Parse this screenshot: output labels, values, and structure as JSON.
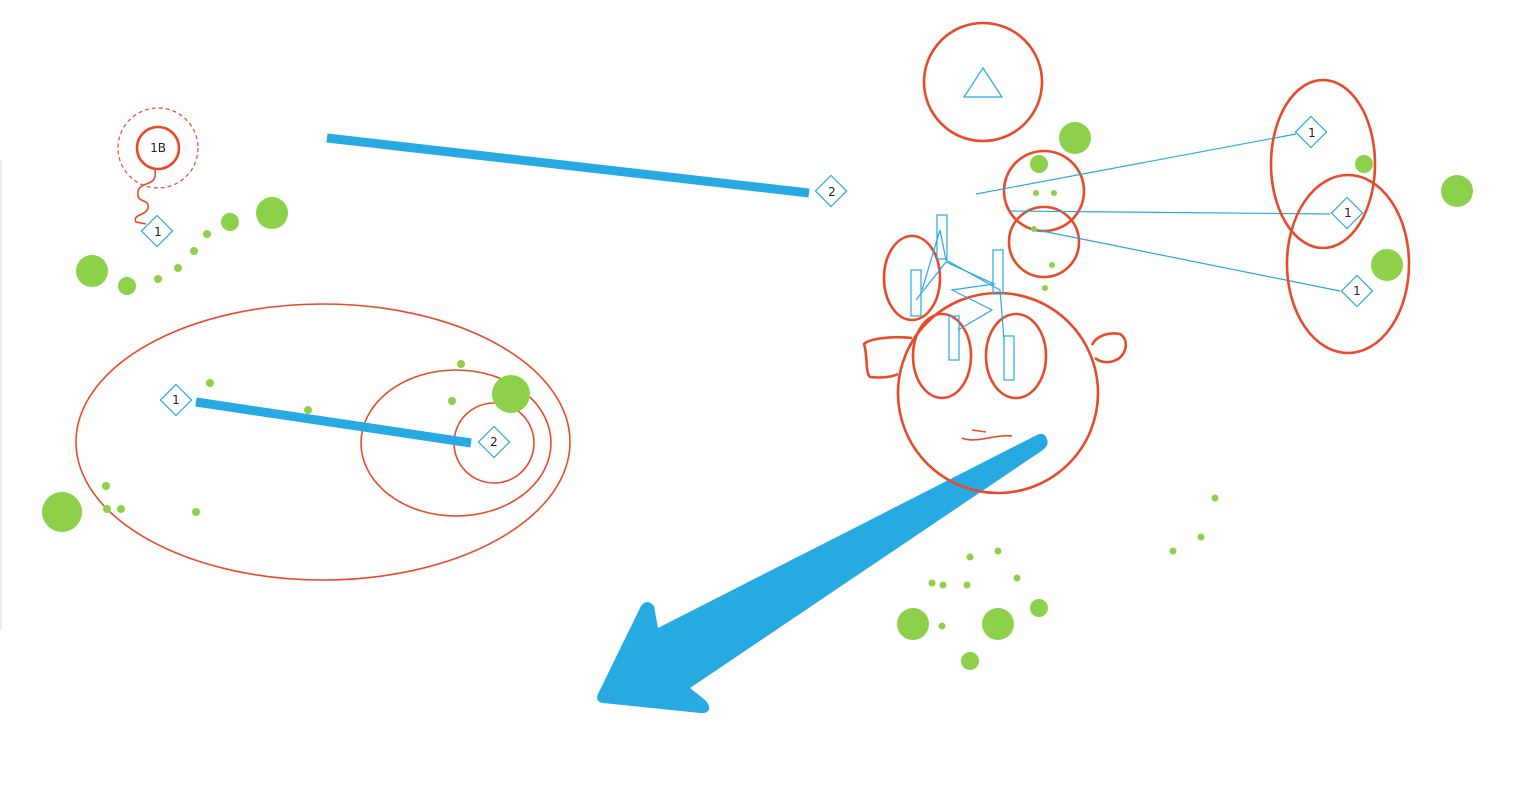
{
  "colors": {
    "annotation_red": "#e84a2a",
    "annotation_blue": "#27a9e1",
    "annotation_green": "#8dd14a",
    "canvas_background": "#ffffff"
  },
  "canvas": {
    "name": "drawing-canvas",
    "tool_hint": "freehand annotations"
  },
  "markers": {
    "label_1b": "1B",
    "label_left_1": "1",
    "label_mid_1": "1",
    "label_mid_2": "2",
    "label_top_2": "2",
    "label_right_1a": "1",
    "label_right_1b": "1",
    "label_right_1c": "1"
  }
}
